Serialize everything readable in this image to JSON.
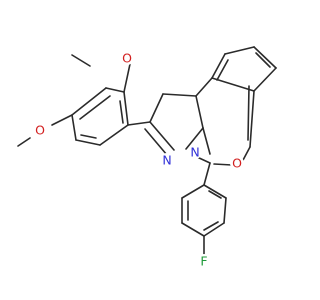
{
  "molecule": {
    "atoms": [
      {
        "id": "o_ome_top",
        "symbol": "O",
        "color": "#d21f1f"
      },
      {
        "id": "o_ome_left",
        "symbol": "O",
        "color": "#d21f1f"
      },
      {
        "id": "o_ring",
        "symbol": "O",
        "color": "#d21f1f"
      },
      {
        "id": "n_imine",
        "symbol": "N",
        "color": "#2f2fd8"
      },
      {
        "id": "n_ring",
        "symbol": "N",
        "color": "#2f2fd8"
      },
      {
        "id": "f_para",
        "symbol": "F",
        "color": "#1f9a3a"
      }
    ],
    "bond_color": "#2b2b2b"
  }
}
